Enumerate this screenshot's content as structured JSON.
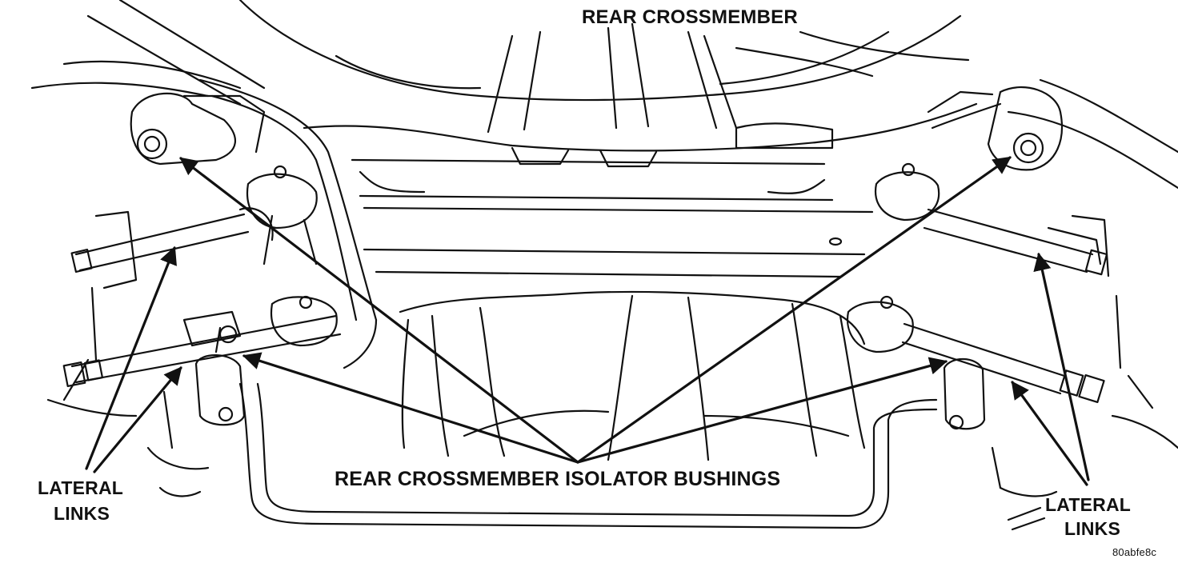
{
  "labels": {
    "title": "REAR CROSSMEMBER",
    "bushings": "REAR CROSSMEMBER ISOLATOR BUSHINGS",
    "lateral_links_left": {
      "line1": "LATERAL",
      "line2": "LINKS"
    },
    "lateral_links_right": {
      "line1": "LATERAL",
      "line2": "LINKS"
    },
    "figure_code": "80abfe8c"
  },
  "style": {
    "line_color": "#111111",
    "background": "#ffffff"
  }
}
